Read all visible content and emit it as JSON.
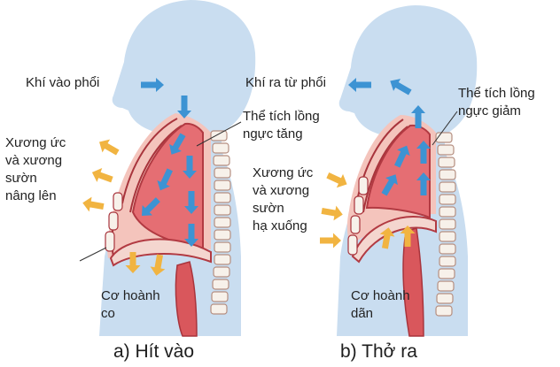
{
  "panel_a": {
    "caption": "a) Hít vào",
    "air_label": "Khí vào phổi",
    "volume_label": "Thể tích lồng\nngực tăng",
    "ribs_label": "Xương ức\nvà xương\nsườn\nnâng lên",
    "diaphragm_label": "Cơ hoành\nco"
  },
  "panel_b": {
    "caption": "b) Thở ra",
    "air_label": "Khí ra từ phổi",
    "volume_label": "Thể tích lồng\nngực giảm",
    "ribs_label": "Xương ức\nvà xương\nsườn\nhạ xuống",
    "diaphragm_label": "Cơ hoành\ndãn"
  },
  "colors": {
    "body": "#c9ddf0",
    "chest": "#f4c4bc",
    "lung": "#e56e73",
    "lung_outline": "#b23a42",
    "spine": "#f7f1ea",
    "air_arrow": "#3d93d3",
    "muscle_arrow": "#f1b441"
  }
}
